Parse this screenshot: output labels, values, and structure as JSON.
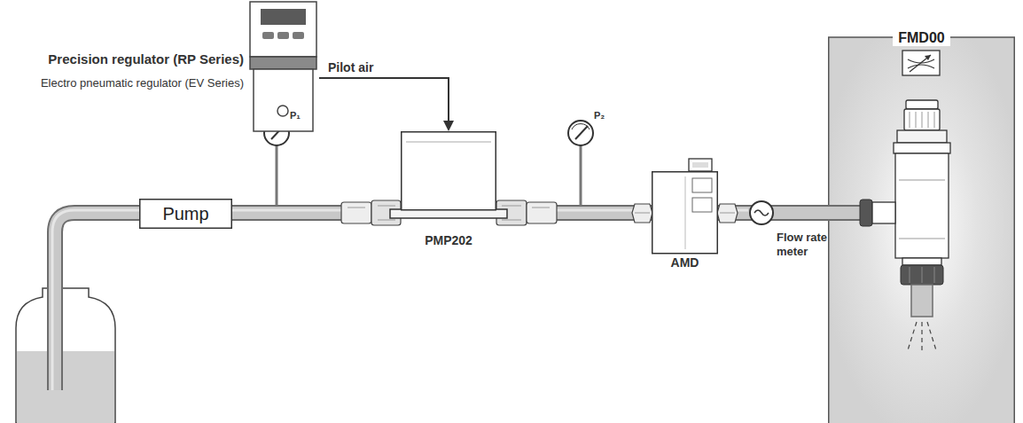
{
  "diagram": {
    "nodes": [
      {
        "text": [
          "Precision regulator (RP Series)",
          "Electro pneumatic regulator (EV Series)"
        ]
      },
      {
        "text": [
          "Pump"
        ]
      },
      {
        "text": [
          "PMP202"
        ]
      },
      {
        "text": [
          "AMD"
        ]
      },
      {
        "text": [
          "Flow rate meter"
        ]
      },
      {
        "text": [
          "FMD00"
        ]
      }
    ],
    "edges": [
      {
        "from": 0,
        "to": 2,
        "arrow": "to",
        "label": "Pilot air"
      },
      {
        "from": 1,
        "to": 2,
        "arrow": "none"
      },
      {
        "from": 2,
        "to": 3,
        "arrow": "none"
      },
      {
        "from": 3,
        "to": 4,
        "arrow": "none"
      },
      {
        "from": 4,
        "to": 5,
        "arrow": "none"
      }
    ],
    "labels": [
      "P₁",
      "P₂"
    ]
  }
}
